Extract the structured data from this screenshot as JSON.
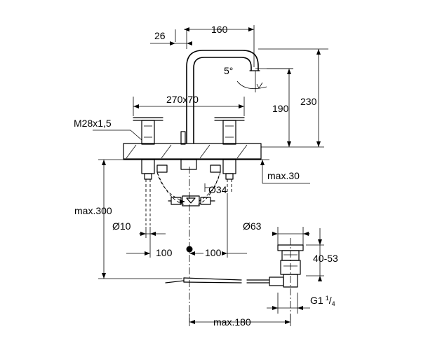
{
  "dimensions": {
    "d26": "26",
    "d160": "160",
    "angle": "5°",
    "span": "270x70",
    "h190": "190",
    "h230": "230",
    "thread": "M28x1,5",
    "max30": "max.30",
    "dia34": "Ø34",
    "max300": "max.300",
    "dia10": "Ø10",
    "dia63": "Ø63",
    "d100_left": "100",
    "d100_right": "100",
    "range": "40-53",
    "g_main": "G1",
    "g_num": "1",
    "g_sep": "/",
    "g_den": "4",
    "max180": "max.180"
  }
}
